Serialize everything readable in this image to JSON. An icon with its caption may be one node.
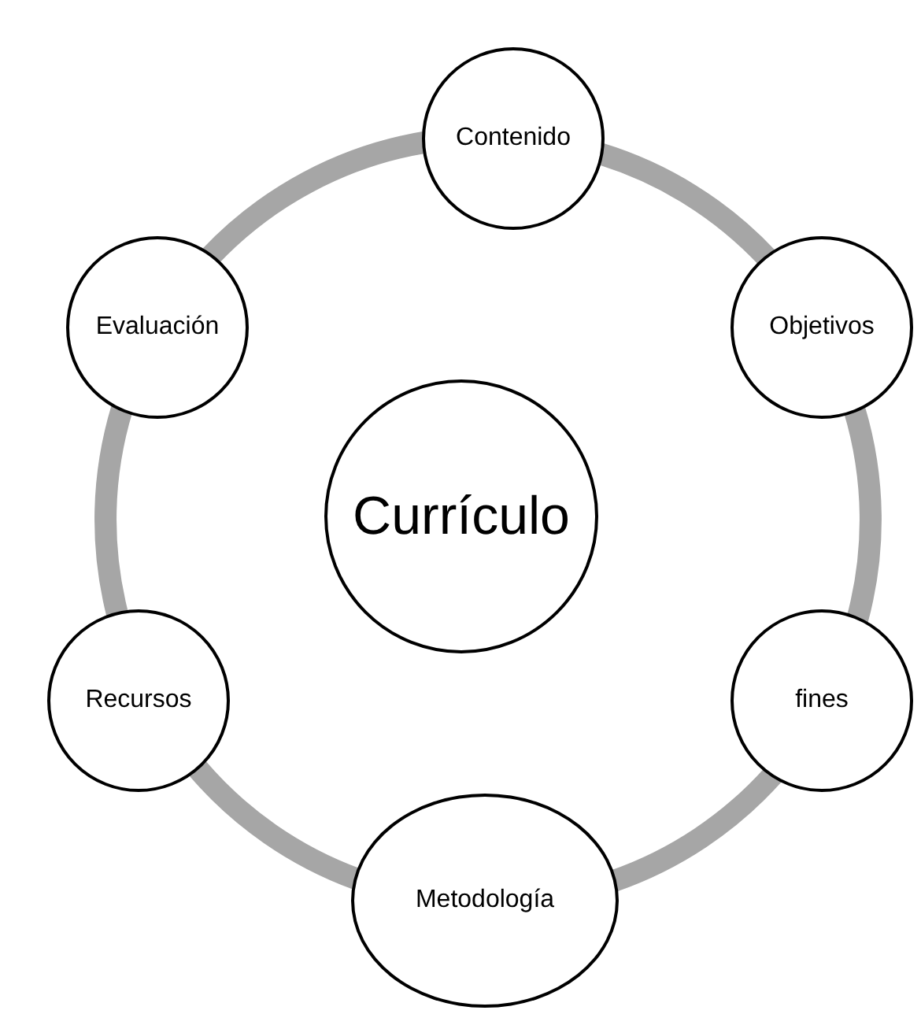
{
  "diagram": {
    "nodes": [
      {
        "text": [
          "Contenido"
        ]
      },
      {
        "text": [
          "Evaluación"
        ]
      },
      {
        "text": [
          "Objetivos"
        ]
      },
      {
        "text": [
          "Currículo"
        ]
      },
      {
        "text": [
          "Recursos"
        ]
      },
      {
        "text": [
          "fines"
        ]
      },
      {
        "text": [
          "Metodología"
        ]
      }
    ],
    "edges": [
      {
        "from": 0,
        "to": 2,
        "arrow": "none"
      },
      {
        "from": 2,
        "to": 5,
        "arrow": "none"
      },
      {
        "from": 5,
        "to": 6,
        "arrow": "none"
      },
      {
        "from": 6,
        "to": 4,
        "arrow": "none"
      },
      {
        "from": 4,
        "to": 1,
        "arrow": "none"
      },
      {
        "from": 1,
        "to": 0,
        "arrow": "none"
      }
    ]
  }
}
